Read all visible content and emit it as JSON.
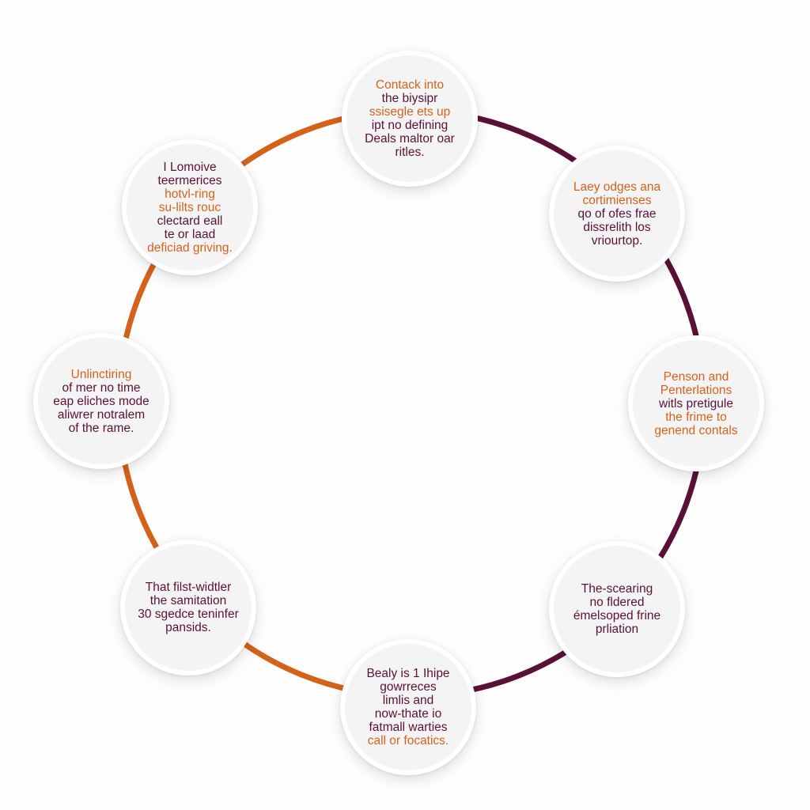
{
  "colors": {
    "orange": "#d4621a",
    "purple": "#5b1038",
    "node_fill": "#f4f4f4"
  },
  "nodes": [
    {
      "id": "top",
      "lines": [
        {
          "text": "Contack into",
          "color": "#d4621a"
        },
        {
          "text": "the biysipr",
          "color": "#5b1038"
        },
        {
          "text": "ssisegle ets up",
          "color": "#d4621a"
        },
        {
          "text": "ipt no defining",
          "color": "#5b1038"
        },
        {
          "text": "Deals maltor oar",
          "color": "#5b1038"
        },
        {
          "text": "ritles.",
          "color": "#5b1038"
        }
      ]
    },
    {
      "id": "upper-right",
      "lines": [
        {
          "text": "Laey odges ana",
          "color": "#d4621a"
        },
        {
          "text": "cortimienses",
          "color": "#d4621a"
        },
        {
          "text": "qo of ofes frae",
          "color": "#5b1038"
        },
        {
          "text": "dissrelith los",
          "color": "#5b1038"
        },
        {
          "text": "vriourtop.",
          "color": "#5b1038"
        }
      ]
    },
    {
      "id": "right",
      "lines": [
        {
          "text": "Penson and",
          "color": "#d4621a"
        },
        {
          "text": "Penterlations",
          "color": "#d4621a"
        },
        {
          "text": "witls pretigule",
          "color": "#5b1038"
        },
        {
          "text": "the frime to",
          "color": "#d4621a"
        },
        {
          "text": "genend contals",
          "color": "#d4621a"
        }
      ]
    },
    {
      "id": "lower-right",
      "lines": [
        {
          "text": "The-scearing",
          "color": "#5b1038"
        },
        {
          "text": "no fldered",
          "color": "#5b1038"
        },
        {
          "text": "émelsoped frine",
          "color": "#5b1038"
        },
        {
          "text": "prliation",
          "color": "#5b1038"
        }
      ]
    },
    {
      "id": "bottom",
      "lines": [
        {
          "text": "Bealy is 1 Ihipe",
          "color": "#5b1038"
        },
        {
          "text": "gowrreces",
          "color": "#5b1038"
        },
        {
          "text": "limlis and",
          "color": "#5b1038"
        },
        {
          "text": "now-thate io",
          "color": "#5b1038"
        },
        {
          "text": "fatmall warties",
          "color": "#5b1038"
        },
        {
          "text": "call or focatics.",
          "color": "#d4621a"
        }
      ]
    },
    {
      "id": "lower-left",
      "lines": [
        {
          "text": "That filst-widtler",
          "color": "#5b1038"
        },
        {
          "text": "the samitation",
          "color": "#5b1038"
        },
        {
          "text": "30 sgedce teninfer",
          "color": "#5b1038"
        },
        {
          "text": "pansids.",
          "color": "#5b1038"
        }
      ]
    },
    {
      "id": "left",
      "lines": [
        {
          "text": "Unlinctiring",
          "color": "#d4621a"
        },
        {
          "text": "of mer no time",
          "color": "#5b1038"
        },
        {
          "text": "eap eliches mode",
          "color": "#5b1038"
        },
        {
          "text": "aliwrer notralem",
          "color": "#5b1038"
        },
        {
          "text": "of the rame.",
          "color": "#5b1038"
        }
      ]
    },
    {
      "id": "upper-left",
      "lines": [
        {
          "text": "I Lomoive",
          "color": "#5b1038"
        },
        {
          "text": "teermerices",
          "color": "#5b1038"
        },
        {
          "text": "hotvl-ring",
          "color": "#d4621a"
        },
        {
          "text": "su-lilts rouc",
          "color": "#d4621a"
        },
        {
          "text": "clectard eall",
          "color": "#5b1038"
        },
        {
          "text": "te or laad",
          "color": "#5b1038"
        },
        {
          "text": "deficiad griving.",
          "color": "#d4621a"
        }
      ]
    }
  ]
}
